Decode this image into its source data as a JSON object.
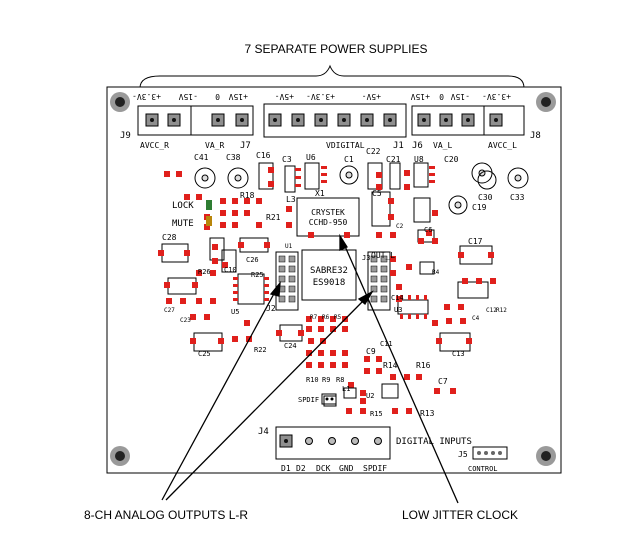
{
  "title": "7 SEPARATE POWER SUPPLIES",
  "callouts": {
    "analog_outputs": "8-CH ANALOG OUTPUTS L-R",
    "clock": "LOW JITTER CLOCK"
  },
  "headers": {
    "j9": {
      "ref": "J9",
      "pins": [
        "+3.3V-",
        "-15V",
        "0",
        "+15V"
      ],
      "names": [
        "AVCC_R",
        "VA_R"
      ],
      "j7": "J7"
    },
    "j1": {
      "ref": "J1",
      "pins": [
        "+5V-",
        "+3.3V-",
        "+5V-"
      ],
      "name": "VDIGITAL"
    },
    "j6": {
      "ref": "J6",
      "pins": [
        "+15V",
        "0",
        "-15V",
        "+3.3V-"
      ],
      "names": [
        "VA_L",
        "AVCC_L"
      ],
      "j8": "J8"
    },
    "j4": {
      "ref": "J4",
      "label": "DIGITAL INPUTS",
      "pins": [
        "D1",
        "D2",
        "DCK",
        "GND",
        "SPDIF"
      ]
    },
    "j5": {
      "ref": "J5",
      "label": "CONTROL"
    }
  },
  "chip": {
    "line1": "SABRE32",
    "line2": "ES9018"
  },
  "crystal": {
    "ref": "X1",
    "line1": "CRYSTEK",
    "line2": "CCHD-950"
  },
  "leds": {
    "lock": "LOCK",
    "mute": "MUTE"
  },
  "refs": {
    "c16": "C16",
    "c3": "C3",
    "u6": "U6",
    "c1": "C1",
    "c22": "C22",
    "c21": "C21",
    "u8": "U8",
    "c20": "C20",
    "c41": "C41",
    "c38": "C38",
    "r18": "R18",
    "c30": "C30",
    "c33": "C33",
    "c19": "C19",
    "l3": "L3",
    "r21": "R21",
    "c5": "C5",
    "c28": "C28",
    "c26": "C26",
    "c17": "C17",
    "c10": "C10",
    "r26": "R26",
    "r25": "R25",
    "c27": "C27",
    "c23": "C23",
    "c25": "C25",
    "u5": "U5",
    "j2": "J2",
    "j3": "J3",
    "u1": "U1",
    "r22": "R22",
    "c24": "C24",
    "out_l": "OUT_L",
    "c14": "C14",
    "u3": "U3",
    "c13": "C13",
    "c11": "C11",
    "c9": "C9",
    "r14": "R14",
    "r16": "R16",
    "r10": "R10",
    "r9": "R9",
    "r8": "R8",
    "c7": "C7",
    "l1": "L1",
    "u2": "U2",
    "spdif": "SPDIF",
    "r15": "R15",
    "r13": "R13",
    "r7": "R7",
    "r6": "R6",
    "r5": "R5",
    "c4": "C4",
    "c6": "C6",
    "r12": "R12",
    "c12": "C12",
    "c2": "C2",
    "r4": "R4"
  }
}
